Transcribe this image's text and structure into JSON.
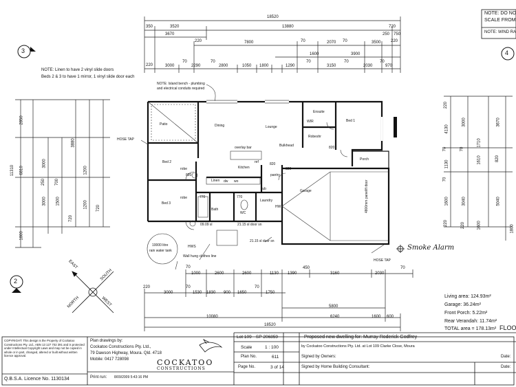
{
  "top_right_note": {
    "line1": "NOTE: DO NO",
    "line2": "SCALE FROM",
    "line3": "NOTE: WIND RA"
  },
  "top_dims": {
    "row1": [
      "18520"
    ],
    "row2": [
      "350",
      "3520",
      "13880",
      "720"
    ],
    "row2b": [
      "3670",
      "250",
      "750"
    ],
    "row3": [
      "220",
      "7800",
      "70",
      "2070",
      "70",
      "3500",
      "220"
    ],
    "row3b": [
      "1600",
      "3900"
    ],
    "row4": [
      "220",
      "3000",
      "70",
      "2290",
      "70",
      "2800",
      "1050",
      "1800",
      "1290",
      "70",
      "3150",
      "70",
      "2030",
      "70",
      "970"
    ]
  },
  "section_markers": {
    "left": "3",
    "right": "4",
    "bottom": "2"
  },
  "linen_note": {
    "line1": "NOTE: Linen to have 2 vinyl slide doors",
    "line2": "Beds 2 & 3 to have 1 mirror, 1 vinyl slide door each"
  },
  "island_note": {
    "line1": "NOTE: Island bench - plumbing",
    "line2": "and electrical conduits required"
  },
  "rooms": {
    "patio": "Patio",
    "dining": "Dining",
    "lounge": "Lounge",
    "ensuite": "Ensuite",
    "bed1": "Bed 1",
    "wir": "WIR",
    "robe": "Robe",
    "bed2": "Bed 2",
    "bed3": "Bed 3",
    "kitchen": "Kitchen",
    "overlay_bar": "overlay bar",
    "pantry": "pantry",
    "linen": "Linen",
    "bath": "Bath",
    "wc": "WC",
    "laundry": "Laundry",
    "hw": "HW",
    "garage": "Garage",
    "porch": "Porch",
    "bulkhead": "Bulkhead",
    "robe2": "robe",
    "robe3": "robe"
  },
  "small_labels": {
    "d1": "820",
    "d2": "820",
    "d3": "820",
    "d4": "770",
    "d5": "770",
    "d6": "820",
    "dw": "dw",
    "ref": "ref",
    "wo": "wo",
    "tub": "tub",
    "shr": "shr"
  },
  "garage_door": "4800mm panelift door",
  "hose_tap_top": "HOSE TAP",
  "hose_tap_bottom": "HOSE TAP",
  "sill_notes": {
    "s1": "09.09 sl",
    "s2": "21.15 sl door sn",
    "s3": "21.15 sl door sn"
  },
  "water_tank": {
    "line1": "10000 litre",
    "line2": "rain water tank"
  },
  "hws": "HWS",
  "clothes_line": "Wall hung clothes line",
  "smoke_alarm": "Smoke Alarm",
  "compass": {
    "north": "NORTH",
    "south": "SOUTH",
    "east": "EAST",
    "west": "WEST"
  },
  "left_dims": {
    "col1": [
      "2850",
      "6810",
      "1800",
      "11310"
    ],
    "col2": [
      "3000",
      "250",
      "700",
      "3000",
      "1500",
      "720"
    ],
    "col3": [
      "3880",
      "1200",
      "1200",
      "720"
    ]
  },
  "right_dims": {
    "col1": [
      "220",
      "4130",
      "70",
      "1130",
      "70",
      "1600",
      "220"
    ],
    "col2": [
      "3000",
      "70",
      "1710",
      "1610",
      "3040",
      "1600",
      "220"
    ],
    "col3": [
      "3670",
      "820",
      "5040",
      "1800"
    ]
  },
  "bottom_dims": {
    "row1": [
      "70",
      "1000",
      "2600",
      "2600",
      "1130",
      "1390",
      "450",
      "3160",
      "2030",
      "70"
    ],
    "row2": [
      "220",
      "3000",
      "70",
      "1530",
      "1830",
      "900",
      "1650",
      "70",
      "1750"
    ],
    "row3": [
      "5800"
    ],
    "row4": [
      "10080",
      "6240",
      "1600",
      "600"
    ],
    "row5": [
      "18520"
    ]
  },
  "areas": {
    "living": "Living area: 124.93m²",
    "garage": "Garage: 36.24m²",
    "front_porch": "Front Porch: 5.22m²",
    "rear_verandah": "Rear Verandah: 11.74m²",
    "total": "TOTAL area = 178.13m²",
    "floor": "FLOOR"
  },
  "title_block": {
    "copyright": "COPYRIGHT: This design is the Property of Cockatoo Constructions Pty. Ltd., ABN 13 127 702 391 and is protected under Intellectual Copyright Laws and may not be copied in whole or in part, changed, altered or built without written licence approval.",
    "qbsa": "Q.B.S.A. Licence No. 1130134",
    "plan_drawings_label": "Plan drawings by:",
    "company": "Cockatoo Constructions Pty. Ltd.,",
    "address": "79 Dawson Highway, Moura. Qld. 4718",
    "mobile": "Mobile: 0417 728098",
    "print_run_label": "Print run:",
    "print_run": "8/09/2009 5:43:16 PM",
    "logo_main": "COCKATOO",
    "logo_sub": "CONSTRUCTIONS",
    "lot": "Lot 109",
    "sp": "SP 206859",
    "scale_label": "Scale",
    "scale_value": "1 : 100",
    "plan_no_label": "Plan No.",
    "plan_no": "611",
    "page_no_label": "Page No.",
    "page_no": "3 of 14",
    "proposed": "Proposed new dwelling for: Murray Roderick Godfrey",
    "by_line": "by Cockatoo Constructions Pty. Ltd. at Lot 109 Clarke Close, Moura",
    "signed_owners": "Signed by Owners:",
    "signed_consultant": "Signed by Home Building Consultant:",
    "date1": "Date:",
    "date2": "Date:"
  }
}
